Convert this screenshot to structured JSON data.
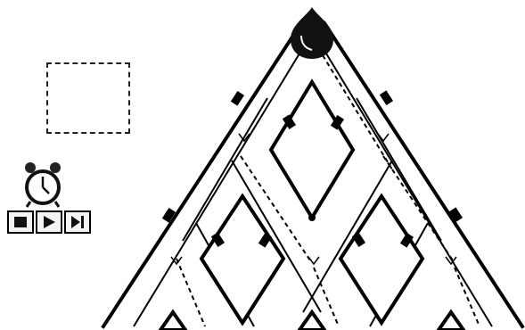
{
  "game": {
    "board_type": "triangle-lattice-track",
    "background_color": "#ffffff",
    "line_color": "#000000"
  },
  "icons": {
    "drop_zone": "dashed-empty-box",
    "timer": "alarm-clock-icon",
    "stop": "stop-icon",
    "play": "play-icon",
    "step": "step-forward-icon",
    "marble": "black-drop-marble"
  },
  "controls": [
    {
      "name": "stop-button",
      "icon": "stop-icon"
    },
    {
      "name": "play-button",
      "icon": "play-icon"
    },
    {
      "name": "step-button",
      "icon": "step-forward-icon"
    }
  ],
  "playfield": {
    "open_rows": 2,
    "marble_position": "top"
  }
}
